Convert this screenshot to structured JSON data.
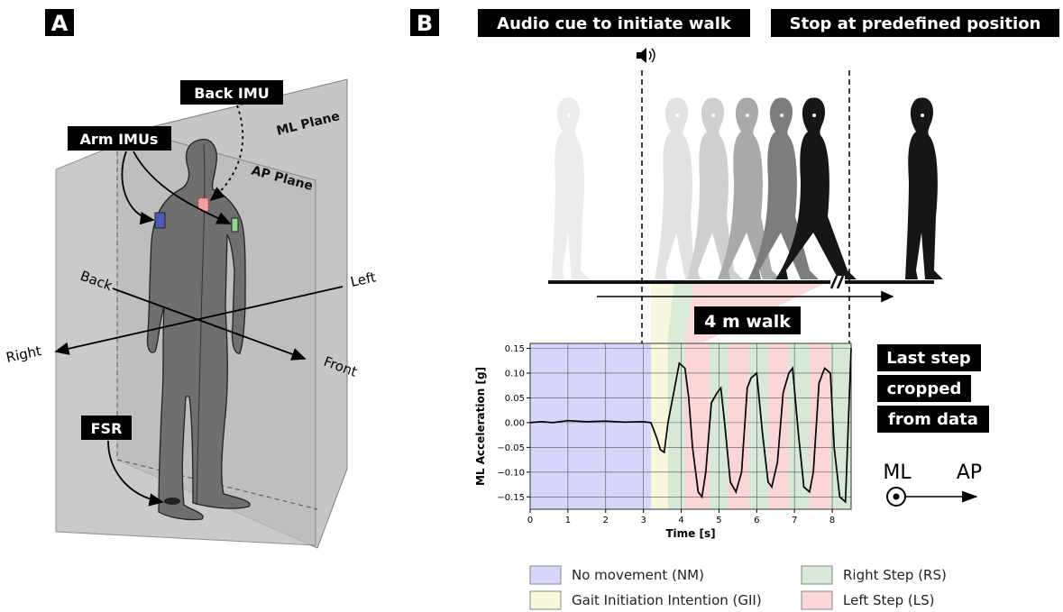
{
  "panelA": {
    "letter": "A",
    "labels": {
      "back_imu": "Back IMU",
      "arm_imus": "Arm IMUs",
      "fsr": "FSR",
      "ml_plane": "ML Plane",
      "ap_plane": "AP Plane"
    },
    "axes": {
      "back": "Back",
      "left": "Left",
      "right": "Right",
      "front": "Front"
    }
  },
  "panelB": {
    "letter": "B",
    "header_left": "Audio cue to initiate walk",
    "header_right": "Stop at predefined position",
    "walk_label": "4 m walk",
    "cropped_note": [
      "Last step",
      "cropped",
      "from data"
    ],
    "direction": {
      "ml": "ML",
      "ap": "AP"
    },
    "legend": [
      {
        "key": "NM",
        "label": "No movement (NM)",
        "color": "#d6d6fb"
      },
      {
        "key": "RS",
        "label": "Right Step (RS)",
        "color": "#d6e9d6"
      },
      {
        "key": "GII",
        "label": "Gait Initiation Intention (GII)",
        "color": "#f7f7dc"
      },
      {
        "key": "LS",
        "label": "Left Step (LS)",
        "color": "#fbd6d6"
      }
    ]
  },
  "chart_data": {
    "type": "line",
    "xlabel": "Time [s]",
    "ylabel": "ML Acceleration [g]",
    "xlim": [
      0,
      8.5
    ],
    "ylim": [
      -0.175,
      0.16
    ],
    "xticks": [
      "0",
      "1",
      "2",
      "3",
      "4",
      "5",
      "6",
      "7",
      "8"
    ],
    "yticks": [
      "0.15",
      "0.10",
      "0.05",
      "0.00",
      "−0.05",
      "−0.10",
      "−0.15"
    ],
    "grid": true,
    "audio_cue_time": 3.0,
    "phases": [
      {
        "phase": "NM",
        "start": 0.0,
        "end": 3.2
      },
      {
        "phase": "GII",
        "start": 3.2,
        "end": 3.65
      },
      {
        "phase": "RS",
        "start": 3.65,
        "end": 4.1
      },
      {
        "phase": "LS",
        "start": 4.1,
        "end": 4.75
      },
      {
        "phase": "RS",
        "start": 4.75,
        "end": 5.25
      },
      {
        "phase": "LS",
        "start": 5.25,
        "end": 5.8
      },
      {
        "phase": "RS",
        "start": 5.8,
        "end": 6.3
      },
      {
        "phase": "LS",
        "start": 6.3,
        "end": 6.85
      },
      {
        "phase": "RS",
        "start": 6.85,
        "end": 7.4
      },
      {
        "phase": "LS",
        "start": 7.4,
        "end": 7.95
      },
      {
        "phase": "RS",
        "start": 7.95,
        "end": 8.5
      }
    ],
    "series": [
      {
        "x": [
          0,
          0.3,
          0.6,
          1.0,
          1.5,
          2.0,
          2.5,
          3.0,
          3.2,
          3.35,
          3.45,
          3.55,
          3.65,
          3.8,
          3.95,
          4.1,
          4.2,
          4.3,
          4.45,
          4.55,
          4.65,
          4.8,
          4.95,
          5.05,
          5.15,
          5.3,
          5.45,
          5.6,
          5.75,
          5.85,
          6.0,
          6.15,
          6.3,
          6.4,
          6.55,
          6.7,
          6.85,
          6.95,
          7.1,
          7.25,
          7.4,
          7.5,
          7.65,
          7.8,
          7.95,
          8.05,
          8.2,
          8.35,
          8.5
        ],
        "y": [
          0.0,
          0.002,
          0.0,
          0.004,
          0.002,
          0.003,
          0.001,
          0.002,
          0.0,
          -0.03,
          -0.055,
          -0.06,
          0.0,
          0.06,
          0.12,
          0.11,
          0.05,
          -0.05,
          -0.14,
          -0.15,
          -0.1,
          0.04,
          0.06,
          0.07,
          0.0,
          -0.12,
          -0.14,
          -0.1,
          0.07,
          0.09,
          0.1,
          -0.02,
          -0.12,
          -0.13,
          -0.08,
          0.06,
          0.1,
          0.11,
          -0.02,
          -0.13,
          -0.14,
          -0.1,
          0.08,
          0.11,
          0.1,
          -0.05,
          -0.15,
          -0.16,
          0.15
        ]
      }
    ]
  }
}
